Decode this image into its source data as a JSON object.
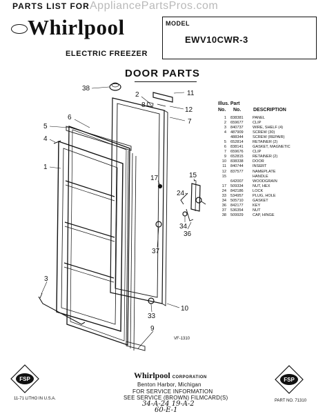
{
  "header": {
    "title": "PARTS LIST FOR",
    "watermark": "AppliancePartsPros.com",
    "brand": "Whirlpool",
    "product": "ELECTRIC FREEZER",
    "model_label": "MODEL",
    "model_value": "EWV10CWR-3"
  },
  "section_title": "DOOR PARTS",
  "parts_table": {
    "head_illus": "Illus. Part",
    "head_no1": "No.",
    "head_no2": "No.",
    "head_desc": "DESCRIPTION",
    "rows": [
      {
        "illus": "1",
        "part": "838381",
        "desc": "PANEL"
      },
      {
        "illus": "2",
        "part": "659677",
        "desc": "CLIP"
      },
      {
        "illus": "3",
        "part": "840737",
        "desc": "WIRE, SHELF (4)"
      },
      {
        "illus": "4",
        "part": "487909",
        "desc": "SCREW (30)"
      },
      {
        "illus": "",
        "part": "488344",
        "desc": "SCREW (REPAIR)"
      },
      {
        "illus": "5",
        "part": "652814",
        "desc": "RETAINER (2)"
      },
      {
        "illus": "6",
        "part": "838141",
        "desc": "GASKET, MAGNETIC"
      },
      {
        "illus": "7",
        "part": "659676",
        "desc": "CLIP"
      },
      {
        "illus": "9",
        "part": "652815",
        "desc": "RETAINER (2)"
      },
      {
        "illus": "10",
        "part": "838338",
        "desc": "DOOR"
      },
      {
        "illus": "11",
        "part": "840744",
        "desc": "INSERT"
      },
      {
        "illus": "12",
        "part": "837577",
        "desc": "NAMEPLATE"
      },
      {
        "illus": "15",
        "part": "",
        "desc": "HANDLE"
      },
      {
        "illus": "",
        "part": "642007",
        "desc": "WOODGRAIN"
      },
      {
        "illus": "17",
        "part": "509334",
        "desc": "NUT, HEX"
      },
      {
        "illus": "24",
        "part": "842186",
        "desc": "LOCK"
      },
      {
        "illus": "33",
        "part": "534957",
        "desc": "PLUG, HOLE"
      },
      {
        "illus": "34",
        "part": "505710",
        "desc": "GASKET"
      },
      {
        "illus": "36",
        "part": "842177",
        "desc": "KEY"
      },
      {
        "illus": "37",
        "part": "536354",
        "desc": "NUT"
      },
      {
        "illus": "38",
        "part": "509929",
        "desc": "CAP, HINGE"
      }
    ]
  },
  "figure": {
    "callouts": {
      "c38": "38",
      "c2": "2",
      "c11": "11",
      "c8": "8",
      "c12": "12",
      "c6": "6",
      "c7": "7",
      "c5": "5",
      "c4": "4",
      "c1": "1",
      "c15": "15",
      "c17": "17",
      "c24": "24",
      "c34": "34",
      "c36": "36",
      "c37": "37",
      "c3": "3",
      "c33": "33",
      "c10": "10",
      "c9": "9"
    },
    "figure_code": "VF-1310"
  },
  "footer": {
    "badge": "FSP",
    "company": "Whirlpool",
    "company_suffix": "CORPORATION",
    "city": "Benton Harbor, Michigan",
    "info1": "FOR SERVICE INFORMATION",
    "info2": "SEE SERVICE (BROWN) FILMCARD(S)",
    "hand1": "34-A-24 19-A-2",
    "hand2": "60-E-1",
    "printed": "11-71   LITHO IN U.S.A.",
    "part_no": "PART NO. 71310"
  }
}
